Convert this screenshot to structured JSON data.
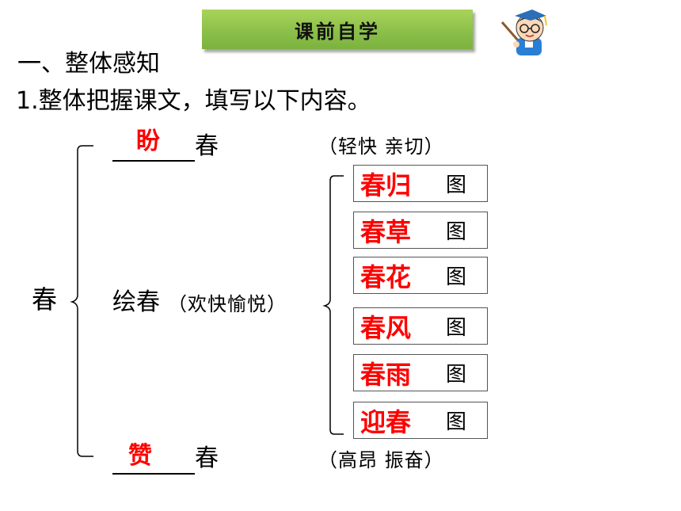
{
  "banner": {
    "title": "课前自学"
  },
  "headings": {
    "section": "一、整体感知",
    "task": "1.整体把握课文，填写以下内容。"
  },
  "outline": {
    "root": "春",
    "top": {
      "answer": "盼",
      "suffix": "春",
      "note": "（轻快  亲切）"
    },
    "middle": {
      "label": "绘春",
      "note": "（欢快愉悦）"
    },
    "bottom": {
      "answer": "赞",
      "suffix": "春",
      "note": "（高昂   振奋）"
    },
    "pictures": [
      {
        "name": "春归",
        "suffix": "图"
      },
      {
        "name": "春草",
        "suffix": "图"
      },
      {
        "name": "春花",
        "suffix": "图"
      },
      {
        "name": "春风",
        "suffix": "图"
      },
      {
        "name": "春雨",
        "suffix": "图"
      },
      {
        "name": "迎春",
        "suffix": "图"
      }
    ]
  },
  "colors": {
    "answer": "#ff0000",
    "banner": "#8cc04a"
  }
}
